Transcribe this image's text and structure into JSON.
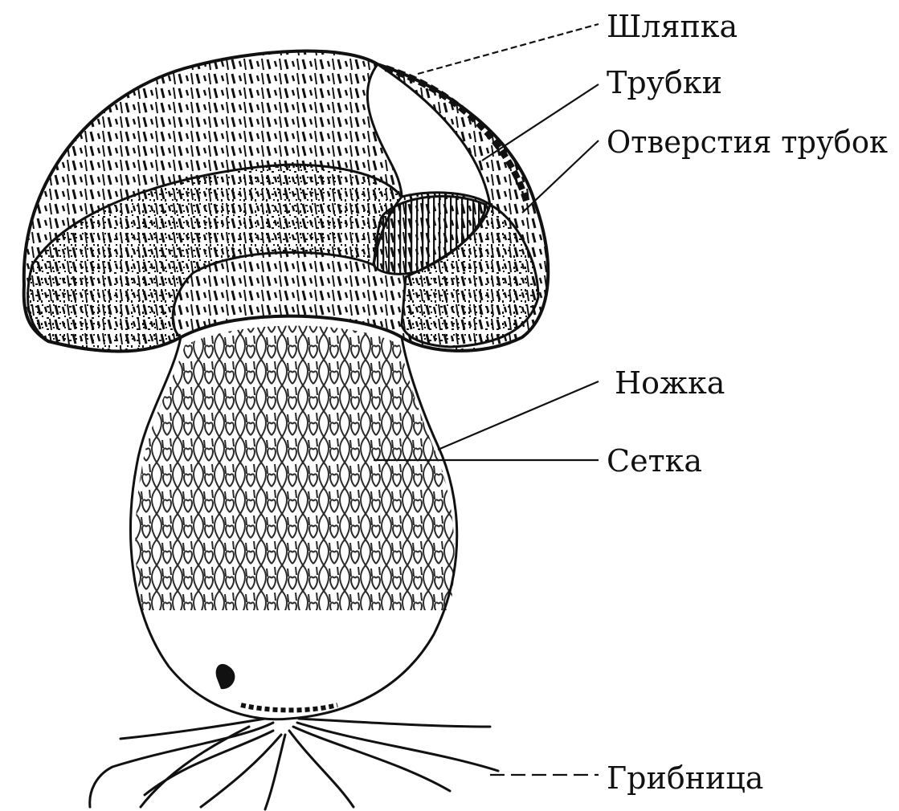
{
  "labels": {
    "cap": "Шляпка",
    "tubes": "Трубки",
    "pores": "Отверстия трубок",
    "stem": "Ножка",
    "net": "Сетка",
    "mycelium": "Грибница"
  },
  "colors": {
    "ink": "#111111",
    "paper": "#ffffff"
  }
}
